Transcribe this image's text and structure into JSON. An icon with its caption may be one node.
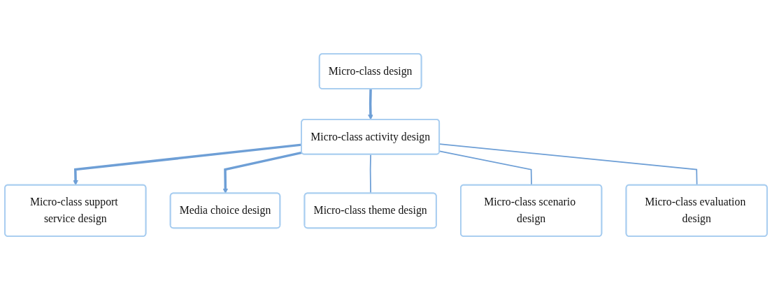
{
  "diagram": {
    "nodes": [
      {
        "text": [
          "Micro-class design"
        ]
      },
      {
        "text": [
          "Micro-class support service design"
        ]
      },
      {
        "text": [
          "Micro-class activity design"
        ]
      },
      {
        "text": [
          "Media choice design"
        ]
      },
      {
        "text": [
          "Micro-class theme design"
        ]
      },
      {
        "text": [
          "Micro-class scenario design"
        ]
      },
      {
        "text": [
          "Micro-class evaluation design"
        ]
      }
    ],
    "edges": [
      {
        "from": 0,
        "to": 2,
        "arrow": "to",
        "style": "thick"
      },
      {
        "from": 2,
        "to": 1,
        "arrow": "to",
        "style": "thick"
      },
      {
        "from": 2,
        "to": 3,
        "arrow": "to",
        "style": "thick"
      },
      {
        "from": 2,
        "to": 4,
        "arrow": "none"
      },
      {
        "from": 2,
        "to": 5,
        "arrow": "none"
      },
      {
        "from": 2,
        "to": 6,
        "arrow": "none"
      }
    ]
  }
}
